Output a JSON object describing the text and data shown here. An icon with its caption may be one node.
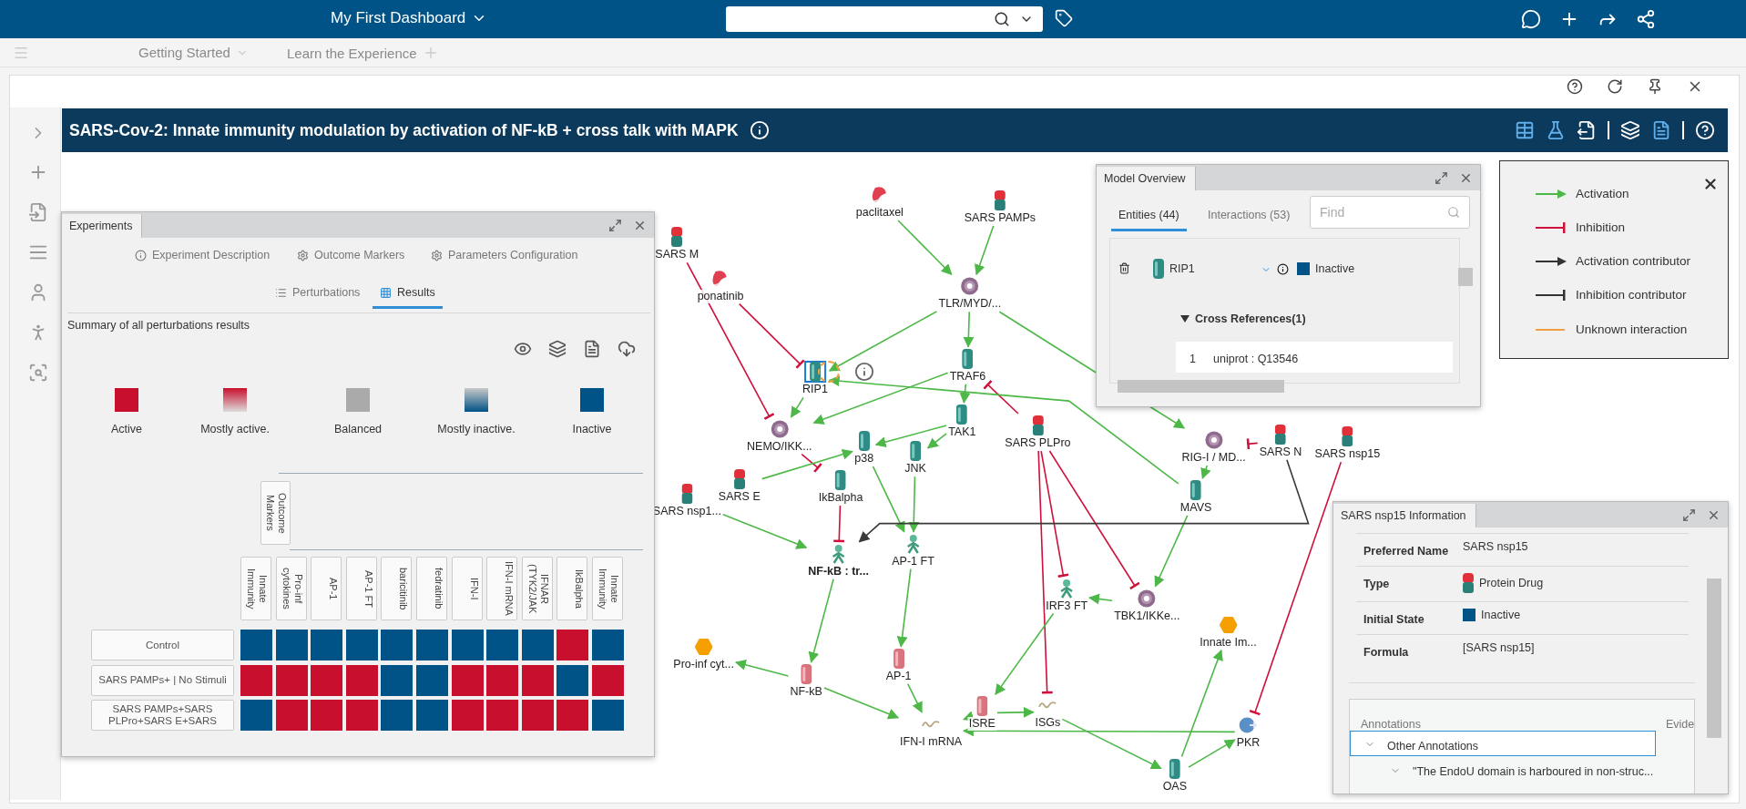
{
  "diagram": {
    "title": "SARS-Cov-2: Innate immunity modulation by activation of NF-kB + cross talk with MAPK",
    "nodes": [
      {
        "text": [
          "paclitaxel"
        ]
      },
      {
        "text": [
          "SARS PAMPs"
        ]
      },
      {
        "text": [
          "SARS M"
        ]
      },
      {
        "text": [
          "ponatinib"
        ]
      },
      {
        "text": [
          "TLR/MYD/..."
        ]
      },
      {
        "text": [
          "RIP1"
        ]
      },
      {
        "text": [
          "TRAF6"
        ]
      },
      {
        "text": [
          "TAK1"
        ]
      },
      {
        "text": [
          "NEMO/IKK..."
        ]
      },
      {
        "text": [
          "p38"
        ]
      },
      {
        "text": [
          "JNK"
        ]
      },
      {
        "text": [
          "SARS PLPro"
        ]
      },
      {
        "text": [
          "SARS E"
        ]
      },
      {
        "text": [
          "IkBalpha"
        ]
      },
      {
        "text": [
          "SARS nsp1..."
        ]
      },
      {
        "text": [
          "RIG-I / MD..."
        ]
      },
      {
        "text": [
          "SARS N"
        ]
      },
      {
        "text": [
          "SARS nsp15"
        ]
      },
      {
        "text": [
          "MAVS"
        ]
      },
      {
        "text": [
          "NF-kB : tr..."
        ]
      },
      {
        "text": [
          "AP-1 FT"
        ]
      },
      {
        "text": [
          "IRF3 FT"
        ]
      },
      {
        "text": [
          "TBK1/IKKe..."
        ]
      },
      {
        "text": [
          "Innate Im..."
        ]
      },
      {
        "text": [
          "Pro-inf cyt..."
        ]
      },
      {
        "text": [
          "NF-kB"
        ]
      },
      {
        "text": [
          "AP-1"
        ]
      },
      {
        "text": [
          "ISRE"
        ]
      },
      {
        "text": [
          "IFN-I mRNA"
        ]
      },
      {
        "text": [
          "ISGs"
        ]
      },
      {
        "text": [
          "PKR"
        ]
      },
      {
        "text": [
          "OAS"
        ]
      }
    ],
    "edges": [
      {
        "from": 0,
        "to": 4,
        "arrow": "to"
      },
      {
        "from": 1,
        "to": 4,
        "arrow": "to"
      },
      {
        "from": 2,
        "to": 8,
        "arrow": "other",
        "color": "#d0103a"
      },
      {
        "from": 3,
        "to": 5,
        "arrow": "other",
        "color": "#d0103a"
      },
      {
        "from": 4,
        "to": 5,
        "arrow": "to"
      },
      {
        "from": 4,
        "to": 6,
        "arrow": "to"
      },
      {
        "from": 4,
        "to": 15,
        "arrow": "to"
      },
      {
        "from": 5,
        "to": 8,
        "arrow": "to"
      },
      {
        "from": 6,
        "to": 7,
        "arrow": "to"
      },
      {
        "from": 6,
        "to": 8,
        "arrow": "to"
      },
      {
        "from": 7,
        "to": 9,
        "arrow": "to"
      },
      {
        "from": 7,
        "to": 10,
        "arrow": "to"
      },
      {
        "from": 11,
        "to": 6,
        "arrow": "other",
        "color": "#d0103a"
      },
      {
        "from": 18,
        "to": 5,
        "arrow": "to"
      },
      {
        "from": 8,
        "to": 13,
        "arrow": "other",
        "color": "#d0103a"
      },
      {
        "from": 12,
        "to": 9,
        "arrow": "to"
      },
      {
        "from": 9,
        "to": 20,
        "arrow": "to"
      },
      {
        "from": 10,
        "to": 20,
        "arrow": "to"
      },
      {
        "from": 13,
        "to": 19,
        "arrow": "other",
        "color": "#d0103a"
      },
      {
        "from": 14,
        "to": 19,
        "arrow": "to"
      },
      {
        "from": 16,
        "to": 15,
        "arrow": "other",
        "color": "#d0103a"
      },
      {
        "from": 15,
        "to": 18,
        "arrow": "to"
      },
      {
        "from": 18,
        "to": 22,
        "arrow": "to"
      },
      {
        "from": 11,
        "to": 22,
        "arrow": "other",
        "color": "#d0103a"
      },
      {
        "from": 11,
        "to": 21,
        "arrow": "other",
        "color": "#d0103a"
      },
      {
        "from": 22,
        "to": 21,
        "arrow": "to"
      },
      {
        "from": 11,
        "to": 29,
        "arrow": "other",
        "color": "#d0103a"
      },
      {
        "from": 19,
        "to": 25,
        "arrow": "to"
      },
      {
        "from": 20,
        "to": 26,
        "arrow": "to"
      },
      {
        "from": 25,
        "to": 24,
        "arrow": "to"
      },
      {
        "from": 25,
        "to": 28,
        "arrow": "to"
      },
      {
        "from": 26,
        "to": 28,
        "arrow": "to"
      },
      {
        "from": 21,
        "to": 27,
        "arrow": "to"
      },
      {
        "from": 27,
        "to": 28,
        "arrow": "to"
      },
      {
        "from": 27,
        "to": 29,
        "arrow": "to"
      },
      {
        "from": 29,
        "to": 31,
        "arrow": "to"
      },
      {
        "from": 31,
        "to": 30,
        "arrow": "to"
      },
      {
        "from": 31,
        "to": 23,
        "arrow": "to"
      },
      {
        "from": 30,
        "to": 28,
        "arrow": "to"
      },
      {
        "from": 17,
        "to": 30,
        "arrow": "other",
        "color": "#d0103a"
      },
      {
        "from": 16,
        "to": 19,
        "arrow": "to",
        "color": "#3a3a3a"
      }
    ],
    "labels": [
      "My First Dashboard",
      "Getting Started",
      "Learn the Experience",
      "Experiments",
      "Experiment Description",
      "Outcome Markers",
      "Parameters Configuration",
      "Perturbations",
      "Results",
      "Summary of all perturbations results",
      "Outcome Markers",
      "Innate Immunity",
      "Pro-inf cytokines",
      "AP-1",
      "AP-1 FT",
      "baricitinib",
      "fedratinib",
      "IFN-I",
      "IFN-I mRNA",
      "IFNAR (TYK2/JAK",
      "IkBalpha",
      "Innate Immunity",
      "Control",
      "SARS PAMPs+ | No Stimuli",
      "SARS PAMPs+SARS PLPro+SARS E+SARS",
      "Model Overview",
      "Entities (44)",
      "Interactions (53)",
      "Find",
      "RIP1",
      "Inactive",
      "Cross References(1)",
      "1",
      "uniprot : Q13546",
      "SARS nsp15 Information",
      "Preferred Name",
      "SARS nsp15",
      "Type",
      "Protein Drug",
      "Initial State",
      "Inactive",
      "Formula",
      "[SARS nsp15]",
      "Annotations",
      "Evide",
      "Other Annotations",
      "\"The EndoU domain is harboured in non-struc..."
    ],
    "legend": [
      {
        "text": "Activation"
      },
      {
        "text": "Inhibition"
      },
      {
        "text": "Activation contributor"
      },
      {
        "text": "Inhibition contributor"
      },
      {
        "text": "Unknown interaction"
      },
      {
        "text": "Active",
        "color": "#c8102e"
      },
      {
        "text": "Mostly active."
      },
      {
        "text": "Balanced",
        "color": "#aaaaaa"
      },
      {
        "text": "Mostly inactive."
      },
      {
        "text": "Inactive",
        "color": "#005386"
      }
    ]
  }
}
